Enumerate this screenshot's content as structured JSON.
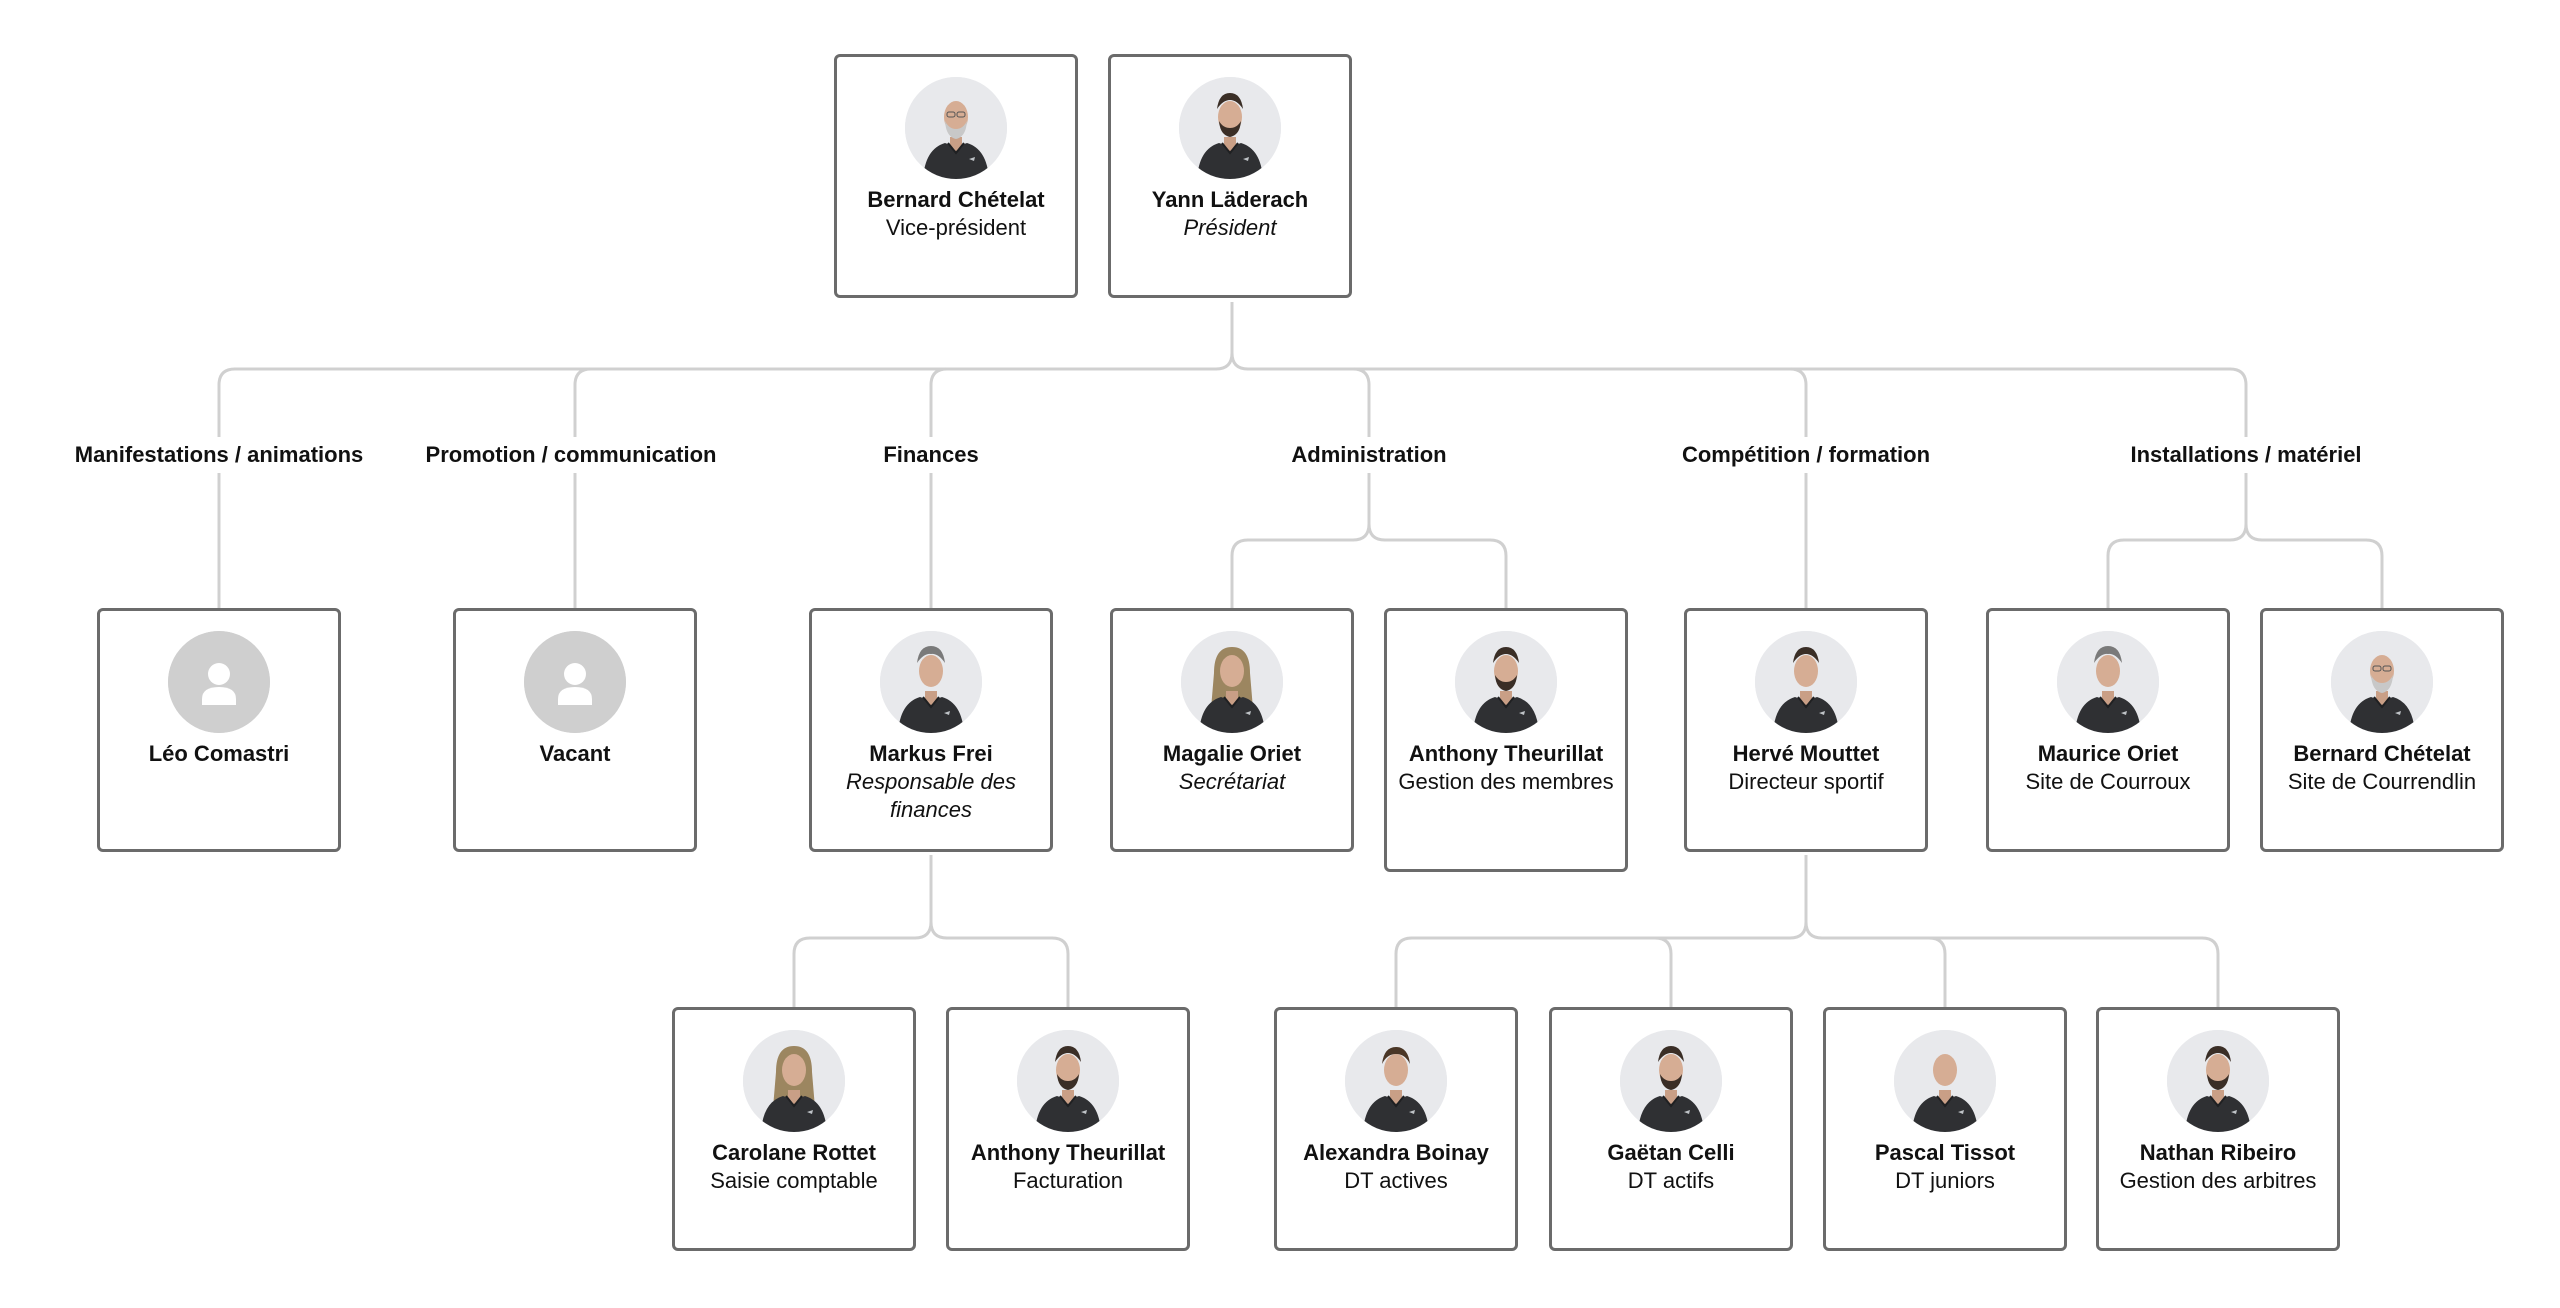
{
  "colors": {
    "card_border": "#6b6b6b",
    "connector": "#d0d0d0",
    "placeholder_avatar": "#cfcfcf",
    "text": "#111111"
  },
  "board": [
    {
      "id": "bernard-chetelat-vp",
      "name": "Bernard Chételat",
      "role": "Vice-président",
      "role_italic": false,
      "avatar": "photo-bald-grey-beard"
    },
    {
      "id": "yann-laderach",
      "name": "Yann Läderach",
      "role": "Président",
      "role_italic": true,
      "avatar": "photo-beard"
    }
  ],
  "departments": [
    {
      "label": "Manifestations / animations",
      "members": [
        {
          "id": "leo-comastri",
          "name": "Léo Comastri",
          "role": "",
          "role_italic": false,
          "avatar": "placeholder-user-icon"
        }
      ]
    },
    {
      "label": "Promotion / communication",
      "members": [
        {
          "id": "vacant",
          "name": "Vacant",
          "role": "",
          "role_italic": false,
          "avatar": "placeholder-user-icon"
        }
      ]
    },
    {
      "label": "Finances",
      "members": [
        {
          "id": "markus-frei",
          "name": "Markus Frei",
          "role": "Responsable des finances",
          "role_italic": true,
          "avatar": "photo-short-grey",
          "reports": [
            {
              "id": "carolane-rottet",
              "name": "Carolane Rottet",
              "role": "Saisie comptable",
              "role_italic": false,
              "avatar": "photo-long-hair"
            },
            {
              "id": "anthony-theurillat-fact",
              "name": "Anthony Theurillat",
              "role": "Facturation",
              "role_italic": false,
              "avatar": "photo-beard"
            }
          ]
        }
      ]
    },
    {
      "label": "Administration",
      "members": [
        {
          "id": "magalie-oriet",
          "name": "Magalie Oriet",
          "role": "Secrétariat",
          "role_italic": true,
          "avatar": "photo-long-hair"
        },
        {
          "id": "anthony-theurillat-membres",
          "name": "Anthony Theurillat",
          "role": "Gestion des membres",
          "role_italic": false,
          "avatar": "photo-beard"
        }
      ]
    },
    {
      "label": "Compétition / formation",
      "members": [
        {
          "id": "herve-mouttet",
          "name": "Hervé Mouttet",
          "role": "Directeur sportif",
          "role_italic": false,
          "avatar": "photo-short-dark",
          "reports": [
            {
              "id": "alexandra-boinay",
              "name": "Alexandra Boinay",
              "role": "DT actives",
              "role_italic": false,
              "avatar": "photo-ponytail"
            },
            {
              "id": "gaetan-celli",
              "name": "Gaëtan Celli",
              "role": "DT actifs",
              "role_italic": false,
              "avatar": "photo-beard"
            },
            {
              "id": "pascal-tissot",
              "name": "Pascal Tissot",
              "role": "DT juniors",
              "role_italic": false,
              "avatar": "photo-bald"
            },
            {
              "id": "nathan-ribeiro",
              "name": "Nathan Ribeiro",
              "role": "Gestion des arbitres",
              "role_italic": false,
              "avatar": "photo-beard"
            }
          ]
        }
      ]
    },
    {
      "label": "Installations / matériel",
      "members": [
        {
          "id": "maurice-oriet",
          "name": "Maurice Oriet",
          "role": "Site de Courroux",
          "role_italic": false,
          "avatar": "photo-short-grey"
        },
        {
          "id": "bernard-chetelat-site",
          "name": "Bernard Chételat",
          "role": "Site de Courrendlin",
          "role_italic": false,
          "avatar": "photo-bald-grey-beard"
        }
      ]
    }
  ]
}
